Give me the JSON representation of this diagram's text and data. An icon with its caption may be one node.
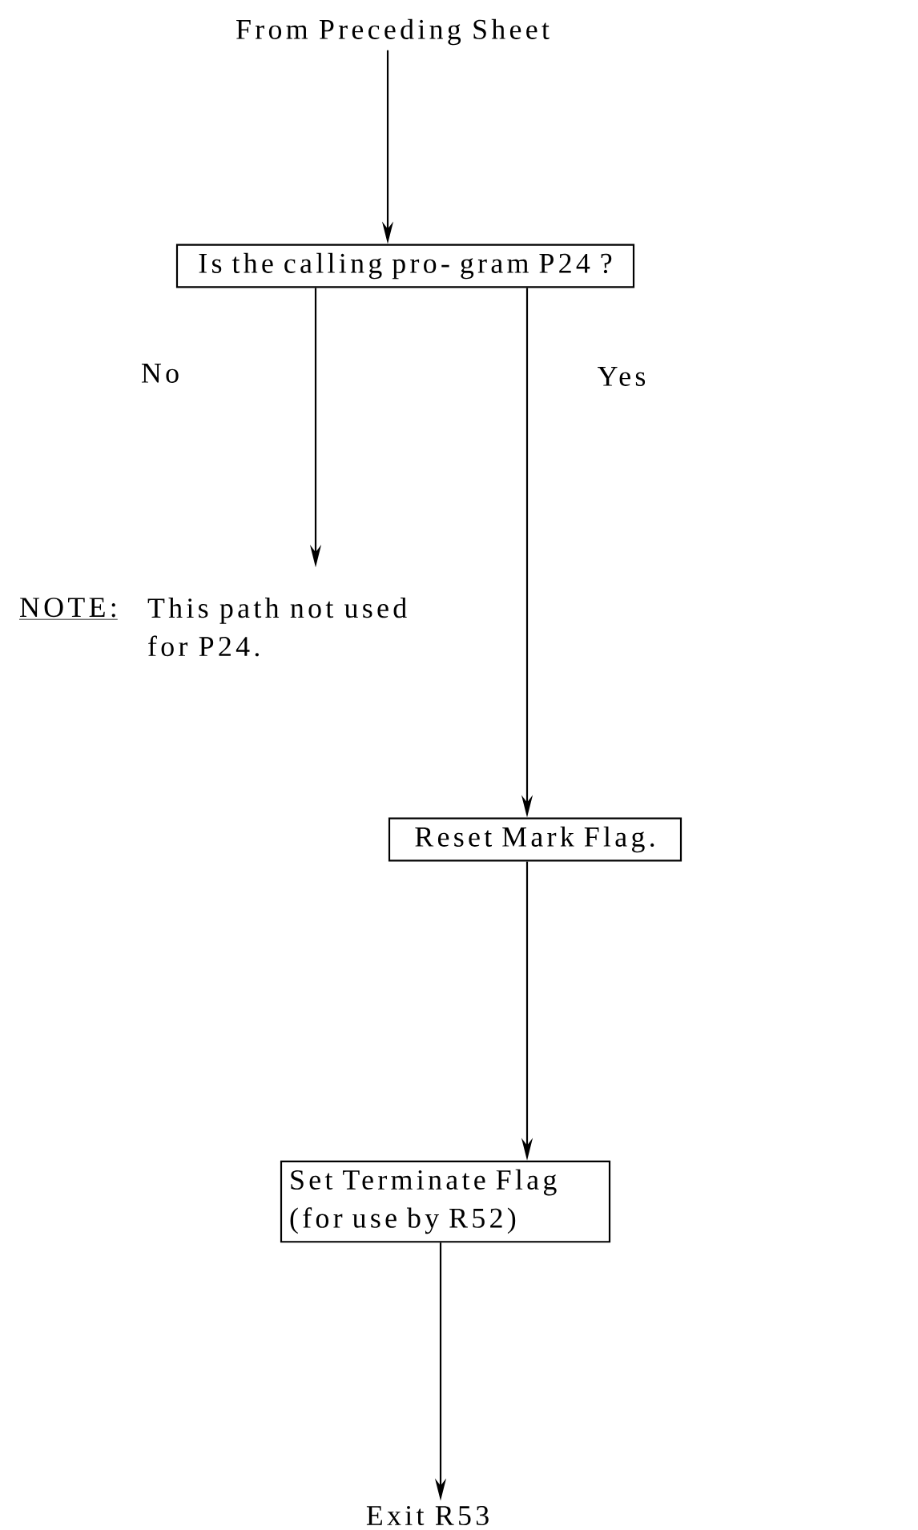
{
  "diagram": {
    "nodes": [
      {
        "text": [
          "From Preceding Sheet"
        ]
      },
      {
        "text": [
          "Is the calling pro- gram P24 ?"
        ]
      },
      {
        "text": [
          "NOTE:",
          "This path not used for P24."
        ]
      },
      {
        "text": [
          "Reset Mark Flag."
        ]
      },
      {
        "text": [
          "Set Terminate Flag (for use by R52)"
        ]
      },
      {
        "text": [
          "Exit R53"
        ]
      }
    ],
    "edges": [
      {
        "from": 0,
        "to": 1,
        "arrow": "to"
      },
      {
        "from": 1,
        "to": 2,
        "arrow": "to",
        "label": "No"
      },
      {
        "from": 1,
        "to": 3,
        "arrow": "to",
        "label": "Yes"
      },
      {
        "from": 3,
        "to": 4,
        "arrow": "to"
      },
      {
        "from": 4,
        "to": 5,
        "arrow": "to"
      }
    ]
  }
}
